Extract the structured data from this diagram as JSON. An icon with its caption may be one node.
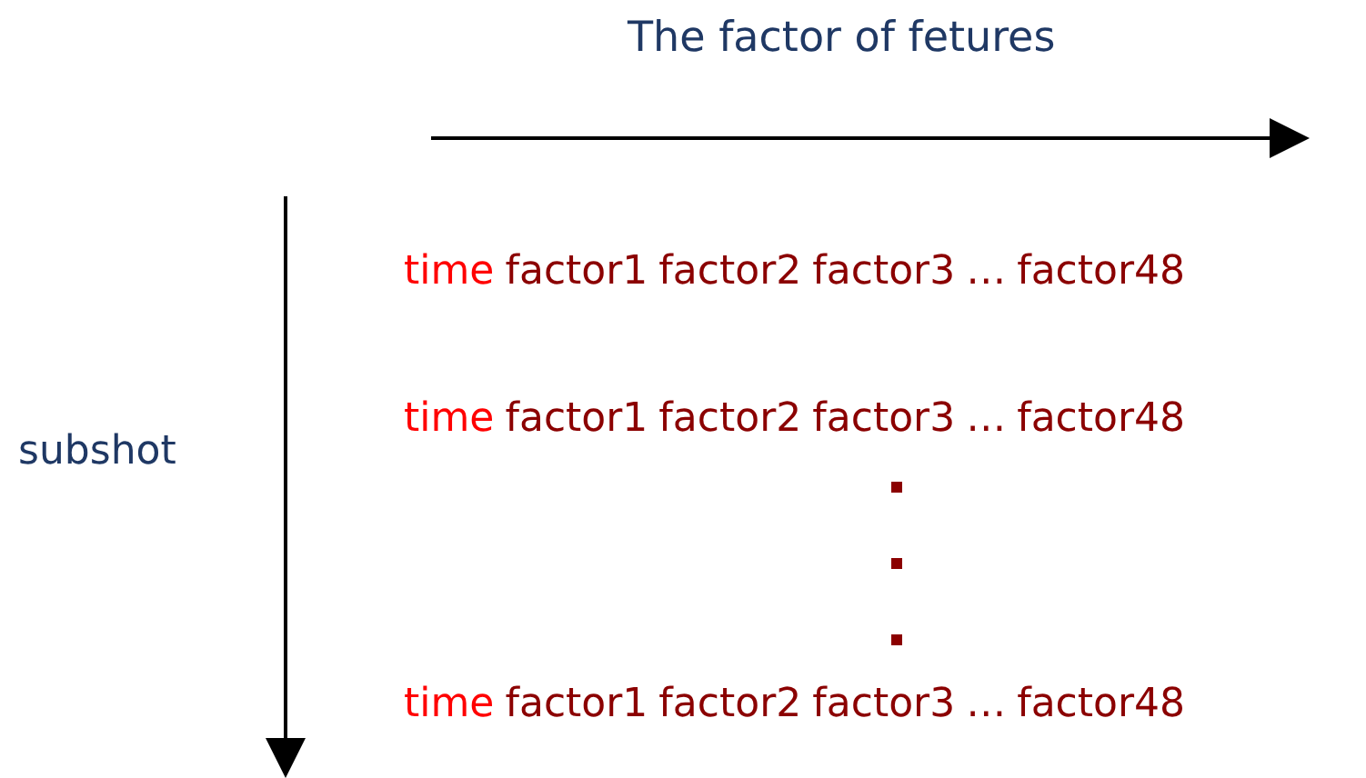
{
  "diagram": {
    "title": "The factor of fetures",
    "labels": [
      "subshot",
      "time",
      "factor1",
      "factor2",
      "factor3",
      "…",
      "factor48",
      "time",
      "factor1",
      "factor2",
      "factor3",
      "…",
      "factor48",
      "time",
      "factor1",
      "factor2",
      "factor3",
      "…",
      "factor48"
    ]
  }
}
